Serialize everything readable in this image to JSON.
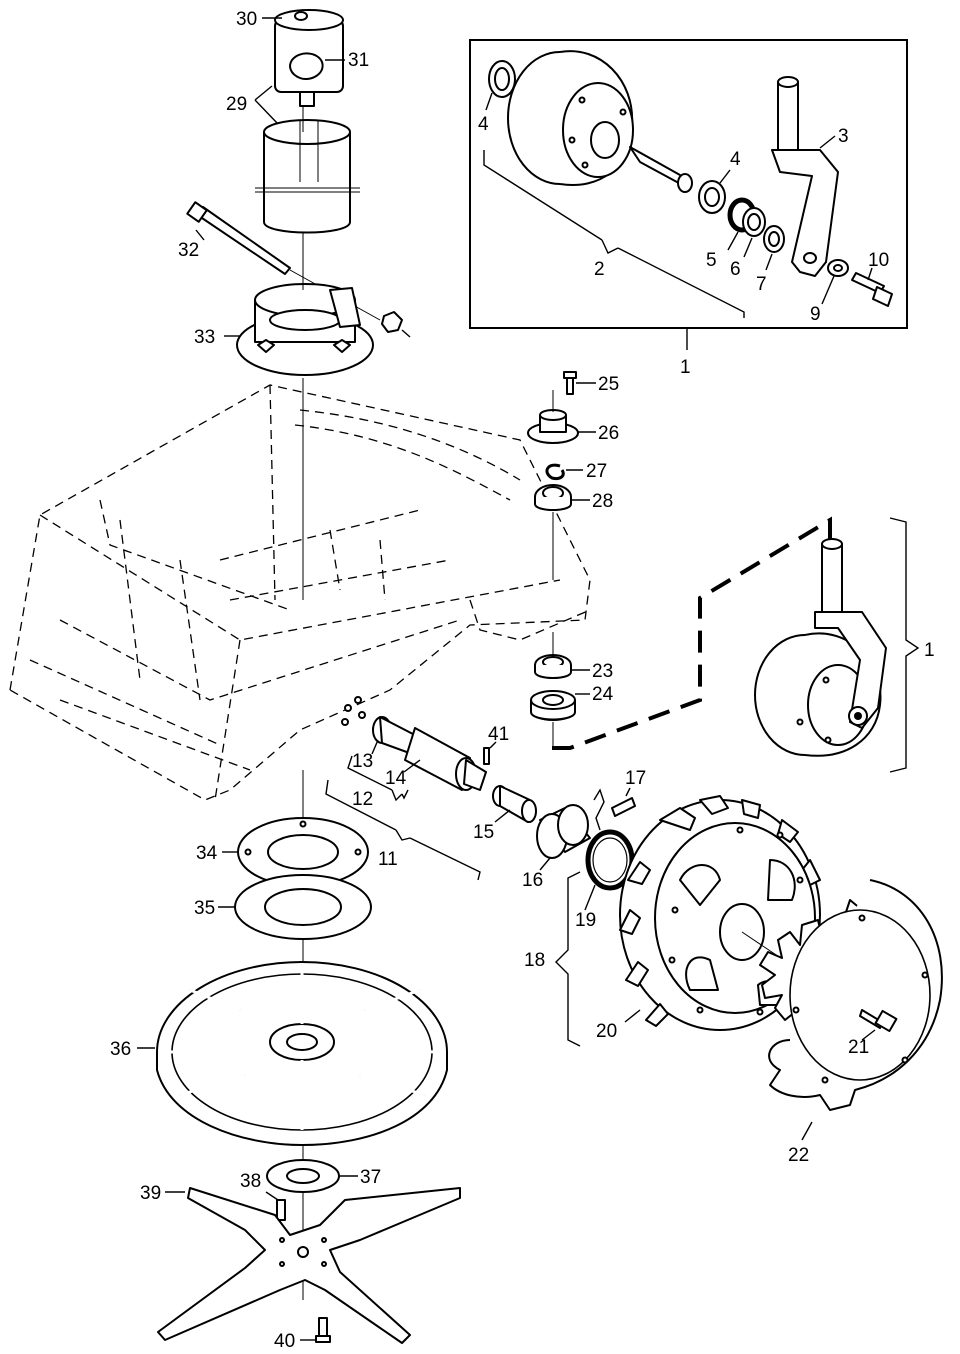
{
  "diagram": {
    "labels": {
      "l1a": "1",
      "l1b": "1",
      "l2": "2",
      "l3": "3",
      "l4a": "4",
      "l4b": "4",
      "l5": "5",
      "l6": "6",
      "l7": "7",
      "l9": "9",
      "l10": "10",
      "l11": "11",
      "l12": "12",
      "l13": "13",
      "l14": "14",
      "l15": "15",
      "l16": "16",
      "l17": "17",
      "l18": "18",
      "l19": "19",
      "l20": "20",
      "l21": "21",
      "l22": "22",
      "l23": "23",
      "l24": "24",
      "l25": "25",
      "l26": "26",
      "l27": "27",
      "l28": "28",
      "l29": "29",
      "l30": "30",
      "l31": "31",
      "l32": "32",
      "l33": "33",
      "l34": "34",
      "l35": "35",
      "l36": "36",
      "l37": "37",
      "l38": "38",
      "l39": "39",
      "l40": "40",
      "l41": "41"
    }
  }
}
